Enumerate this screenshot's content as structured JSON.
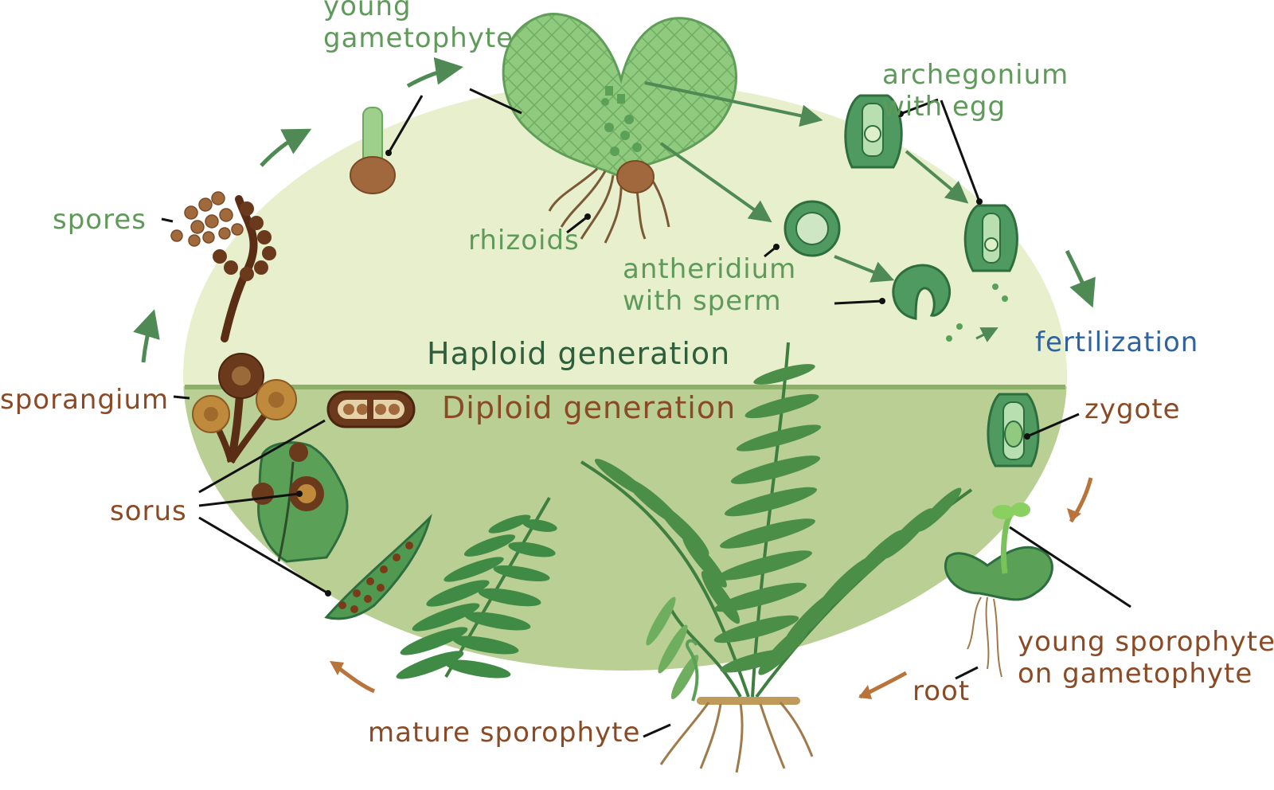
{
  "colors": {
    "haploid_fill": "#e8efcd",
    "diploid_fill": "#b9cf94",
    "divider": "#8cb068",
    "label_green": "#5f9a5a",
    "label_brown": "#8a4a25",
    "label_blue": "#2f62a0",
    "cell_green": "#5aa057",
    "spore_brown": "#a06a3c"
  },
  "labels": {
    "young_gametophyte": "young\ngametophyte",
    "archegonium": "archegonium\nwith egg",
    "spores": "spores",
    "rhizoids": "rhizoids",
    "antheridium": "antheridium\nwith sperm",
    "haploid": "Haploid generation",
    "fertilization": "fertilization",
    "sporangium": "sporangium",
    "diploid": "Diploid generation",
    "zygote": "zygote",
    "sorus": "sorus",
    "young_sporophyte": "young sporophyte\non gametophyte",
    "root": "root",
    "mature_sporophyte": "mature sporophyte"
  },
  "icons": [
    "leader-line",
    "cycle-arrow",
    "fern-frond",
    "sporangium-cluster",
    "gametophyte-thallus"
  ]
}
